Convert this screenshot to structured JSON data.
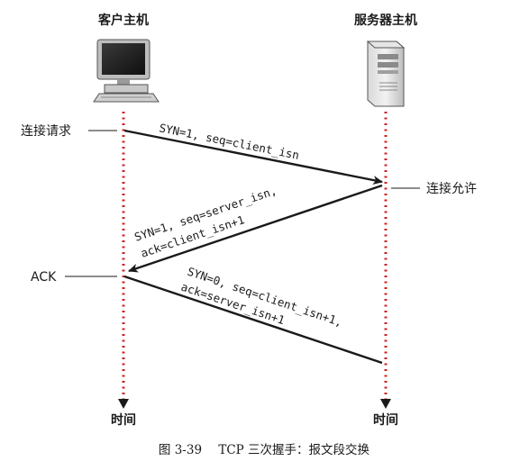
{
  "nodes": {
    "client": {
      "title": "客户主机",
      "time_label": "时间"
    },
    "server": {
      "title": "服务器主机",
      "time_label": "时间"
    }
  },
  "events": {
    "connect_request": "连接请求",
    "connect_granted": "连接允许",
    "ack": "ACK"
  },
  "messages": {
    "syn": {
      "line1": "SYN=1, seq=client_isn"
    },
    "synack": {
      "line1": "SYN=1, seq=server_isn,",
      "line2": "ack=client_isn+1"
    },
    "ack": {
      "line1": "SYN=0, seq=client_isn+1,",
      "line2": "ack=server_isn+1"
    }
  },
  "caption": {
    "figure_no": "图 3-39",
    "title": "TCP 三次握手：报文段交换"
  }
}
